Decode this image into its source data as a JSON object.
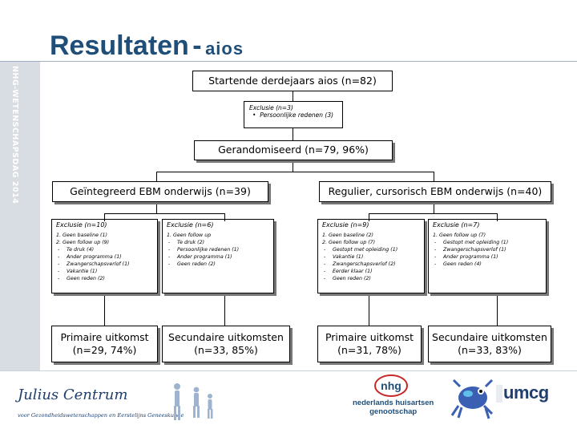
{
  "slide": {
    "title_main": "Resultaten",
    "title_sep": "-",
    "title_sub": "aios",
    "sidebar_text": "NHG-WETENSCHAPSDAG 2014"
  },
  "flow": {
    "start": "Startende derdejaars aios (n=82)",
    "top_exclusion": {
      "head": "Exclusie (n=3)",
      "items": [
        "Persoonlijke redenen (3)"
      ]
    },
    "randomized": "Gerandomiseerd (n=79, 96%)",
    "arm_left": "Geïntegreerd EBM onderwijs (n=39)",
    "arm_right": "Regulier, cursorisch EBM onderwijs (n=40)",
    "exclusions": [
      {
        "head": "Exclusie (n=10)",
        "numbered": [
          "1. Geen baseline (1)",
          "2. Geen follow up (9)"
        ],
        "items": [
          "Te druk (4)",
          "Ander programma (1)",
          "Zwangerschapsverlof (1)",
          "Vakantie (1)",
          "Geen reden (2)"
        ]
      },
      {
        "head": "Exclusie (n=6)",
        "numbered": [
          "1. Geen follow up"
        ],
        "items": [
          "Te druk (2)",
          "Persoonlijke redenen (1)",
          "Ander programma (1)",
          "Geen reden (2)"
        ]
      },
      {
        "head": "Exclusie (n=9)",
        "numbered": [
          "1. Geen baseline (2)",
          "2. Geen follow up (7)"
        ],
        "items": [
          "Gestopt met opleiding (1)",
          "Vakantie (1)",
          "Zwangerschapsverlof (2)",
          "Eerder klaar (1)",
          "Geen reden (2)"
        ]
      },
      {
        "head": "Exclusie (n=7)",
        "numbered": [
          "1. Geen follow up (7)"
        ],
        "items": [
          "Gestopt met opleiding (1)",
          "Zwangerschapsverlof (1)",
          "Ander programma (1)",
          "Geen reden (4)"
        ]
      }
    ],
    "outcomes": [
      {
        "label": "Primaire uitkomst",
        "n": "(n=29, 74%)"
      },
      {
        "label": "Secundaire uitkomsten",
        "n": "(n=33, 85%)"
      },
      {
        "label": "Primaire uitkomst",
        "n": "(n=31, 78%)"
      },
      {
        "label": "Secundaire uitkomsten",
        "n": "(n=33, 83%)"
      }
    ]
  },
  "footer": {
    "jc_name": "Julius Centrum",
    "jc_sub": "voor Gezondheidswetenschappen en Eerstelijns Geneeskunde",
    "nhg_text": "nederlands huisartsen\ngenootschap",
    "umcg": "umcg"
  },
  "colors": {
    "title": "#1f4e79",
    "sidebar": "#d8dde3",
    "nhg_blue": "#1f4e79",
    "nhg_red": "#c62828"
  }
}
